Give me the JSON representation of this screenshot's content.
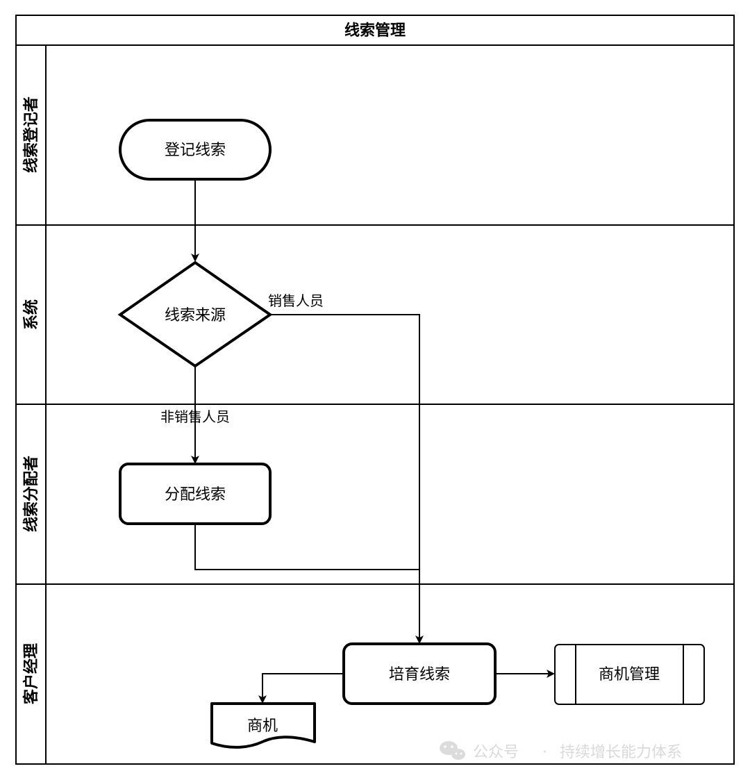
{
  "title": "线索管理",
  "lanes": [
    {
      "label": "线索登记者"
    },
    {
      "label": "系统"
    },
    {
      "label": "线索分配者"
    },
    {
      "label": "客户经理"
    }
  ],
  "nodes": {
    "register_lead": "登记线索",
    "lead_source": "线索来源",
    "assign_lead": "分配线索",
    "nurture_lead": "培育线索",
    "opportunity_mgmt": "商机管理",
    "opportunity_doc": "商机"
  },
  "edge_labels": {
    "sales_staff": "销售人员",
    "non_sales_staff": "非销售人员"
  },
  "watermark": {
    "prefix": "公众号",
    "sep": "·",
    "name": "持续增长能力体系"
  },
  "colors": {
    "stroke": "#000000",
    "fill": "#ffffff",
    "watermark": "#d9d9d9"
  }
}
